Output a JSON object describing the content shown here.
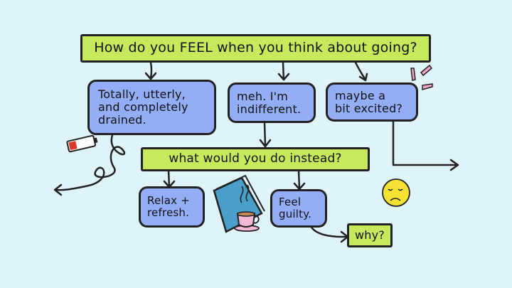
{
  "diagram": {
    "question_main": "How do you FEEL when you think about going?",
    "option_drained": "Totally, utterly,\nand completely\ndrained.",
    "option_indifferent": "meh. I'm\nindifferent.",
    "option_excited": "maybe a\nbit excited?",
    "question_instead": "what would you do instead?",
    "option_relax": "Relax +\nrefresh.",
    "option_guilty": "Feel\nguilty.",
    "question_why": "why?"
  },
  "colors": {
    "background": "#dff4f8",
    "question_box": "#c7ea5c",
    "answer_box": "#93aef6",
    "ink": "#222222",
    "book": "#4a9fc8",
    "mug": "#f3b8d8",
    "sad_face": "#f4e233",
    "battery_low": "#d83a2c"
  },
  "icons": [
    "low-battery-icon",
    "book-icon",
    "tea-mug-icon",
    "sad-face-icon",
    "excitement-marks-icon"
  ]
}
